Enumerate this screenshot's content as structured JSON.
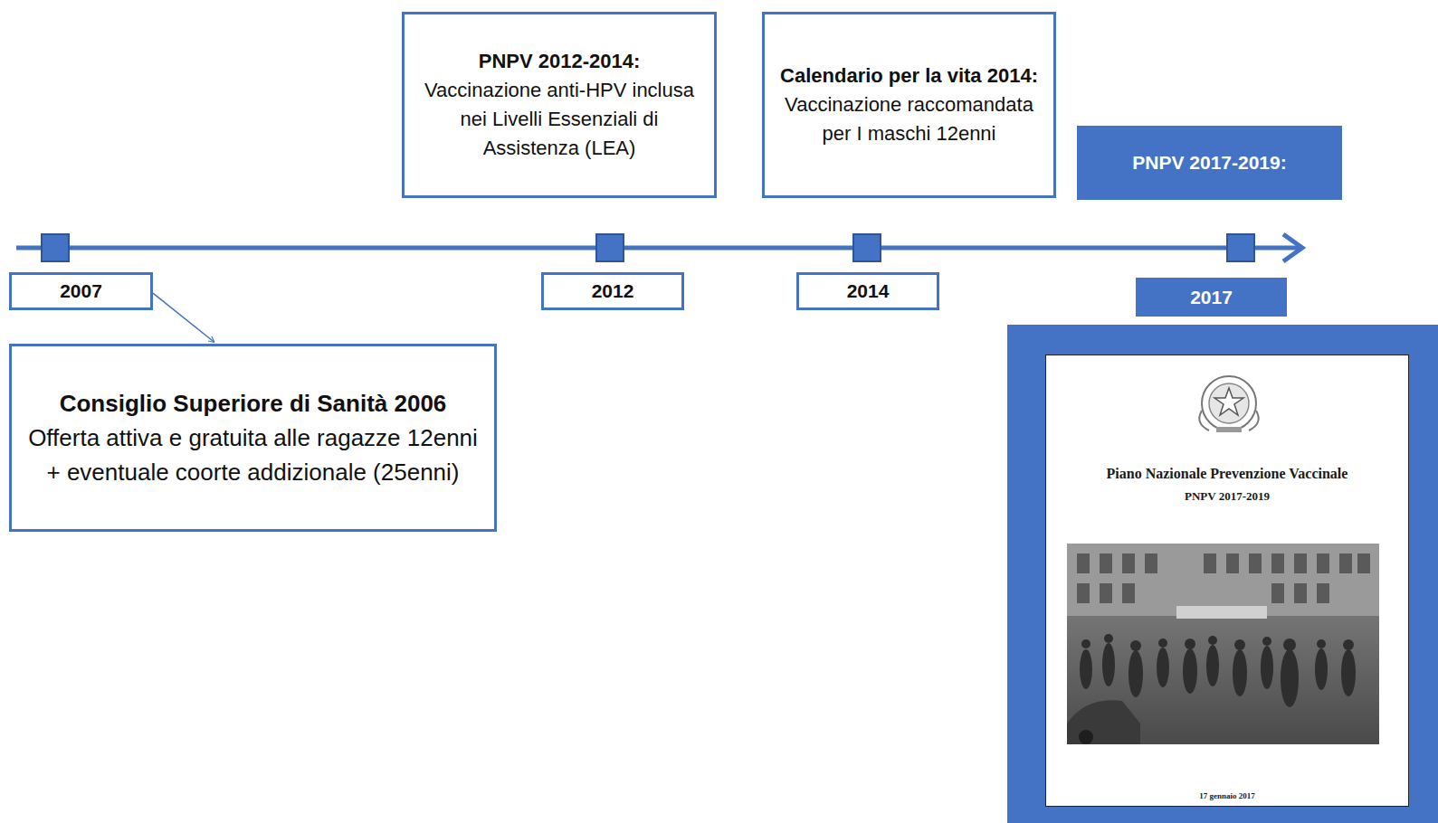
{
  "diagram": {
    "nodes": [
      {
        "text": [
          "PNPV 2012-2014:",
          "Vaccinazione anti-HPV inclusa nei Livelli Essenziali di Assistenza (LEA)"
        ]
      },
      {
        "text": [
          "Calendario per la vita 2014:",
          "Vaccinazione raccomandata per I maschi 12enni"
        ]
      },
      {
        "text": [
          "PNPV 2017-2019:"
        ]
      },
      {
        "text": [
          "2007"
        ]
      },
      {
        "text": [
          "2012"
        ]
      },
      {
        "text": [
          "2014"
        ]
      },
      {
        "text": [
          "2017"
        ]
      },
      {
        "text": [
          "Consiglio Superiore di Sanità 2006",
          "Offerta attiva e gratuita alle ragazze 12enni + eventuale coorte addizionale (25enni)"
        ]
      },
      {
        "text": [
          "Piano Nazionale Prevenzione Vaccinale",
          "PNPV 2017-2019",
          "17 gennaio 2017"
        ]
      }
    ],
    "edges": [
      {
        "from": 3,
        "to": 7,
        "arrow": "to"
      }
    ]
  }
}
